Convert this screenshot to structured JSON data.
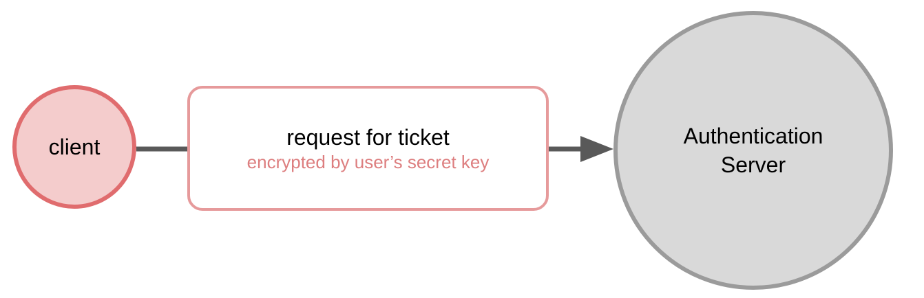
{
  "diagram": {
    "client": {
      "label": "client"
    },
    "message": {
      "title": "request for ticket",
      "subtitle": "encrypted by user’s secret key"
    },
    "server": {
      "label_line1": "Authentication",
      "label_line2": "Server"
    }
  },
  "colors": {
    "client_fill": "#f4cccc",
    "client_stroke": "#e06c6e",
    "message_stroke": "#e69a9b",
    "message_subtitle": "#dd7e7f",
    "server_fill": "#d9d9d9",
    "server_stroke": "#9b9b9b",
    "connector": "#595959"
  }
}
